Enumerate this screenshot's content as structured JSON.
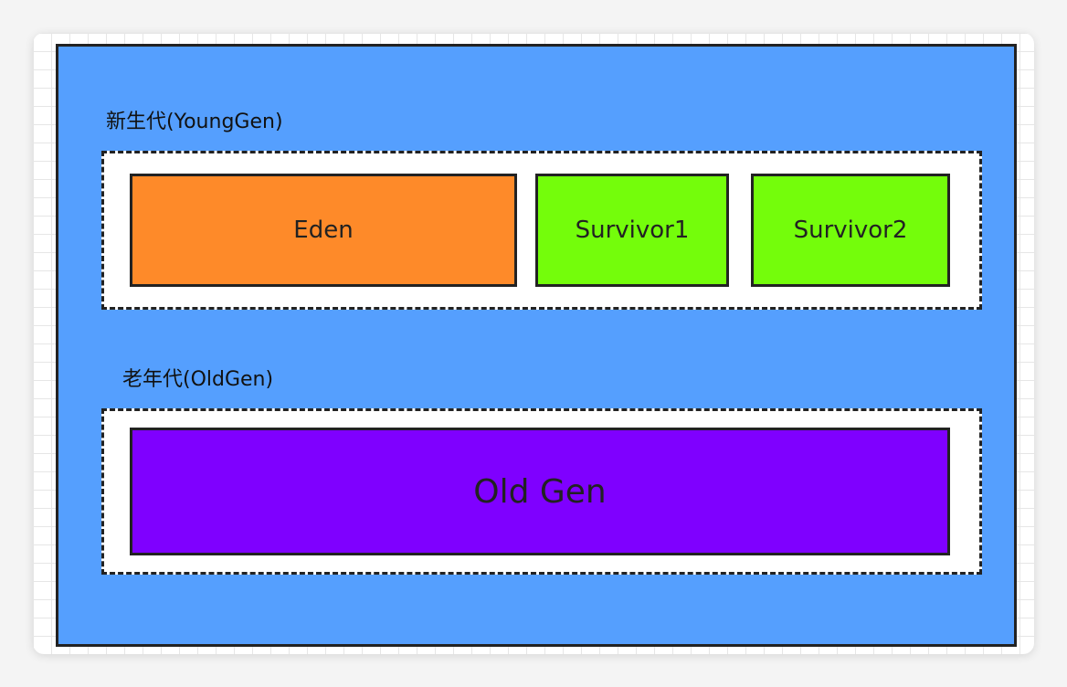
{
  "diagram": {
    "young_generation": {
      "label": "新生代(YoungGen)",
      "regions": [
        {
          "name": "Eden",
          "color": "#fe8a29"
        },
        {
          "name": "Survivor1",
          "color": "#74fd0b"
        },
        {
          "name": "Survivor2",
          "color": "#74fd0b"
        }
      ]
    },
    "old_generation": {
      "label": "老年代(OldGen)",
      "regions": [
        {
          "name": "Old Gen",
          "color": "#7f00ff"
        }
      ]
    },
    "colors": {
      "heap_background": "#559ffe",
      "generation_box": "#ffffff",
      "border": "#222222"
    }
  }
}
